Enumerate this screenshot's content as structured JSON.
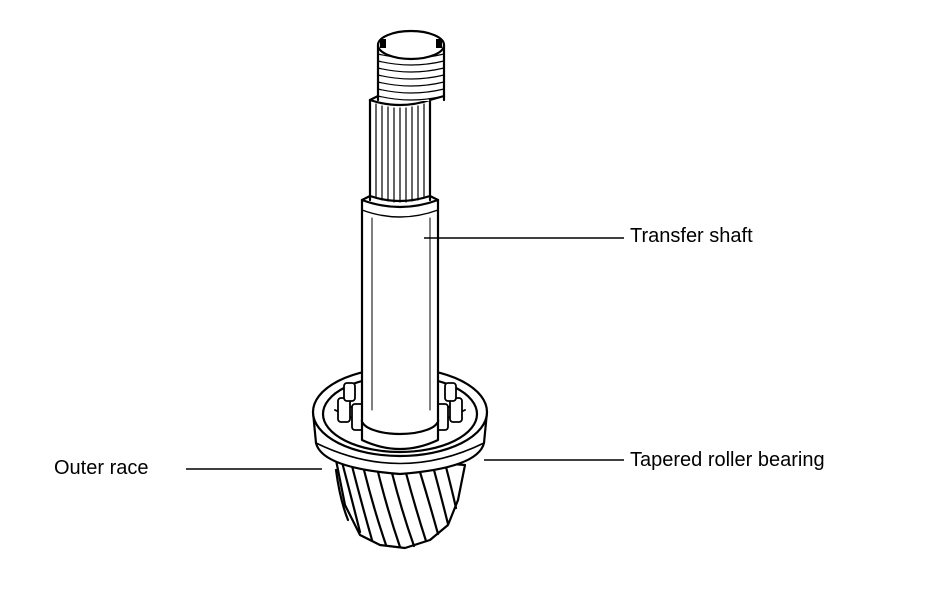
{
  "callouts": {
    "transfer_shaft": "Transfer shaft",
    "tapered_roller_bearing": "Tapered roller bearing",
    "outer_race": "Outer race"
  }
}
